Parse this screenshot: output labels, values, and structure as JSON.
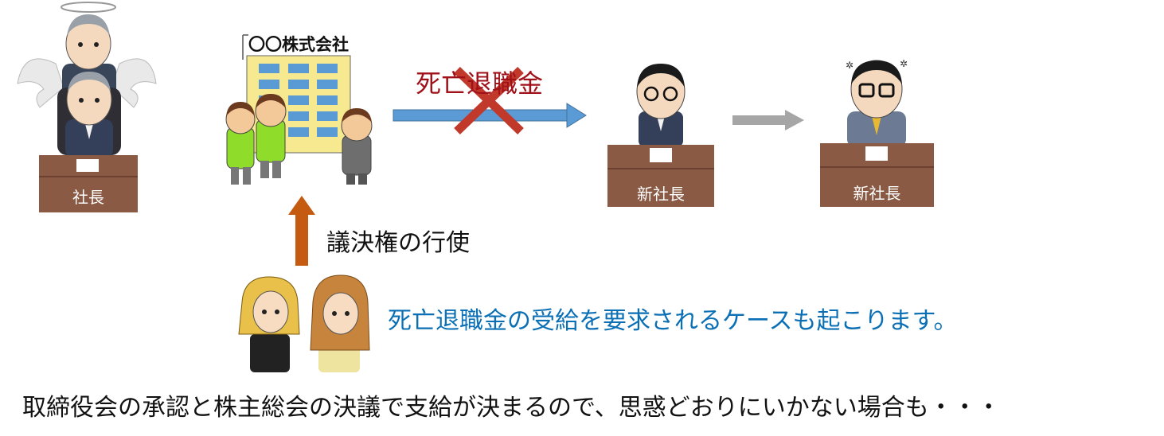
{
  "labels": {
    "company": "〇〇株式会社",
    "retirement_arrow": "死亡退職金",
    "president_old": "社長",
    "president_new_1": "新社長",
    "president_new_2": "新社長",
    "vote": "議決権の行使",
    "case": "死亡退職金の受給を要求されるケースも起こります。",
    "bottom": "取締役会の承認と株主総会の決議で支給が決まるので、思惑どおりにいかない場合も・・・"
  },
  "colors": {
    "desk": "#8b5a44",
    "blue_arrow": "#5b9bd5",
    "orange_arrow": "#c55a11",
    "gray_arrow": "#a6a6a6",
    "cross": "#c0392b",
    "building": "#f7e98f",
    "window": "#5b9bd5",
    "blue_text": "#0a6fb5",
    "red_text": "#a01018"
  },
  "icons": {
    "deceased": "angel-president-icon",
    "cross": "cross-mark-icon",
    "company": "office-building-icon"
  }
}
